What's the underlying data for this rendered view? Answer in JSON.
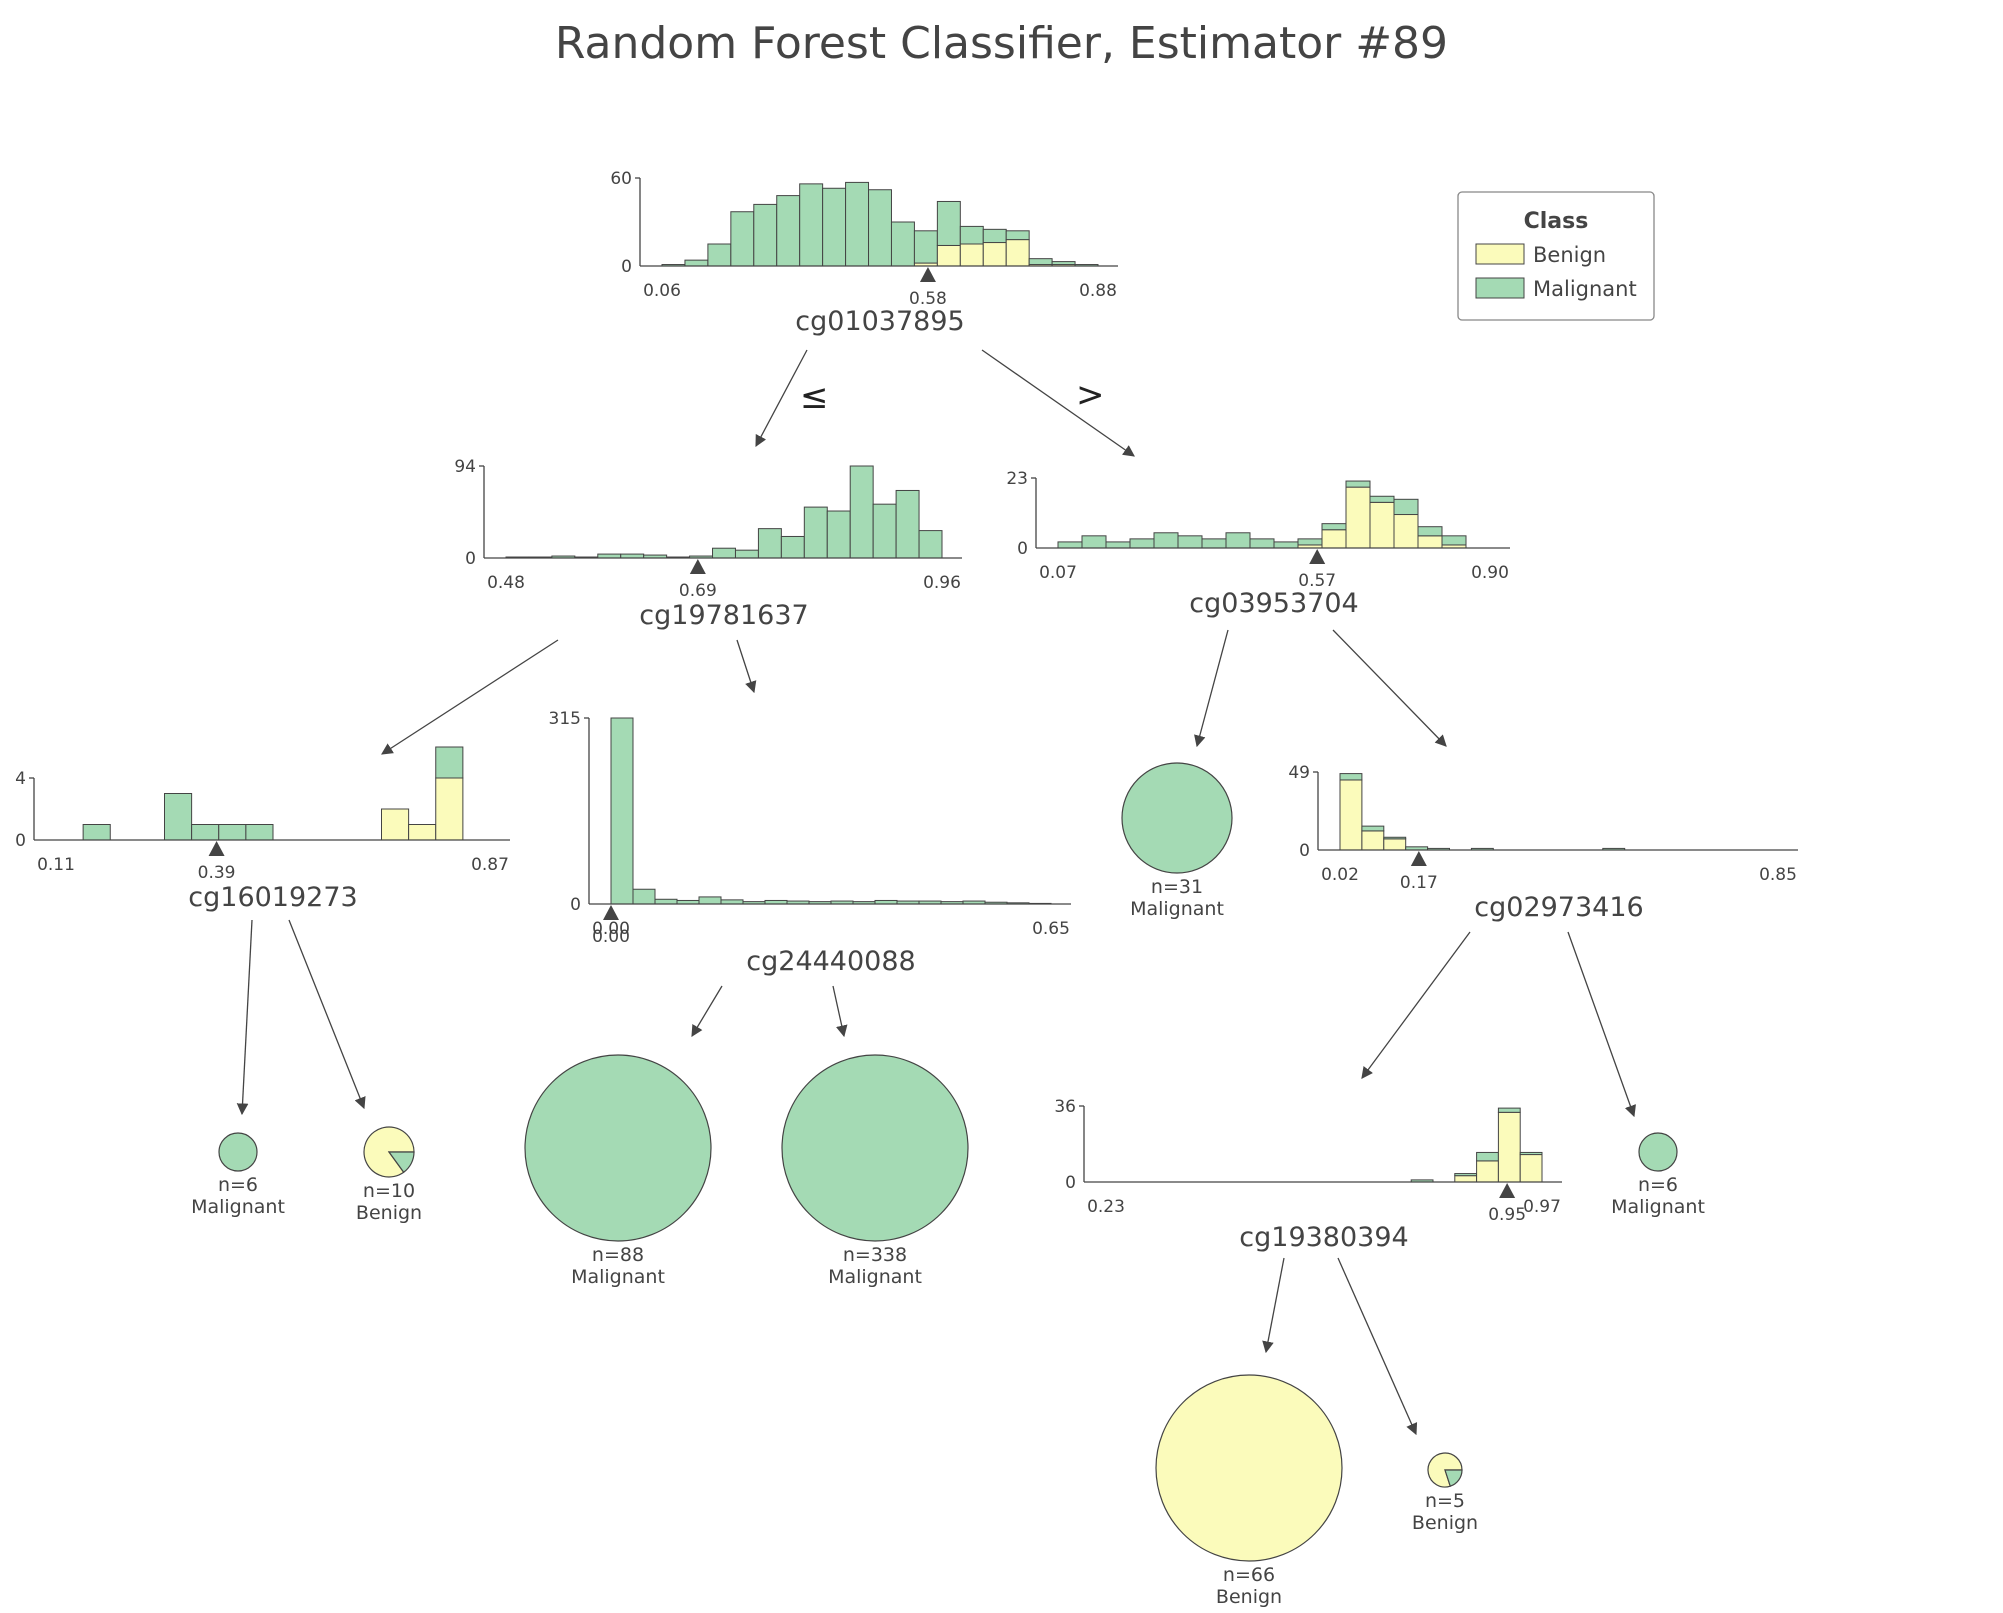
{
  "title": "Random Forest Classifier, Estimator #89",
  "colors": {
    "benign": "#fbfbbb",
    "malignant": "#a4dab4",
    "edge": "#444444",
    "axis": "#444444"
  },
  "legend": {
    "title": "Class",
    "items": [
      {
        "label": "Benign",
        "color": "#fbfbbb"
      },
      {
        "label": "Malignant",
        "color": "#a4dab4"
      }
    ]
  },
  "edge_labels": {
    "left": "≤",
    "right": ">"
  },
  "nodes": [
    {
      "id": "n0",
      "feature": "cg01037895",
      "xmin": "0.06",
      "xmax": "0.88",
      "split": "0.58",
      "ymax": "60",
      "ymin": "0",
      "hist": {
        "max": 60,
        "split_frac": 0.61,
        "malignant": [
          1,
          4,
          15,
          37,
          42,
          48,
          56,
          53,
          57,
          52,
          30,
          22,
          30,
          12,
          9,
          6,
          4,
          2,
          1
        ],
        "benign": [
          0,
          0,
          0,
          0,
          0,
          0,
          0,
          0,
          0,
          0,
          0,
          2,
          14,
          15,
          16,
          18,
          1,
          1,
          0
        ]
      }
    },
    {
      "id": "n1",
      "feature": "cg19781637",
      "xmin": "0.48",
      "xmax": "0.96",
      "split": "0.69",
      "ymax": "94",
      "ymin": "0",
      "hist": {
        "max": 94,
        "split_frac": 0.44,
        "malignant": [
          1,
          1,
          2,
          1,
          4,
          4,
          3,
          1,
          2,
          10,
          8,
          30,
          22,
          52,
          48,
          94,
          55,
          69,
          28
        ],
        "benign": [
          0,
          0,
          0,
          0,
          0,
          0,
          0,
          0,
          0,
          0,
          0,
          0,
          0,
          0,
          0,
          0,
          0,
          0,
          0
        ]
      }
    },
    {
      "id": "n2",
      "feature": "cg03953704",
      "xmin": "0.07",
      "xmax": "0.90",
      "split": "0.57",
      "ymax": "23",
      "ymin": "0",
      "hist": {
        "max": 23,
        "split_frac": 0.6,
        "malignant": [
          2,
          4,
          2,
          3,
          5,
          4,
          3,
          5,
          3,
          2,
          2,
          2,
          2,
          2,
          5,
          3,
          3,
          0
        ],
        "benign": [
          0,
          0,
          0,
          0,
          0,
          0,
          0,
          0,
          0,
          0,
          1,
          6,
          20,
          15,
          11,
          4,
          1,
          0
        ]
      }
    },
    {
      "id": "n3",
      "feature": "cg16019273",
      "xmin": "0.11",
      "xmax": "0.87",
      "split": "0.39",
      "ymax": "4",
      "ymin": "0",
      "hist": {
        "max": 4,
        "split_frac": 0.37,
        "malignant": [
          0,
          1,
          0,
          0,
          3,
          1,
          1,
          1,
          0,
          0,
          0,
          0,
          0,
          0,
          2,
          0
        ],
        "benign": [
          0,
          0,
          0,
          0,
          0,
          0,
          0,
          0,
          0,
          0,
          0,
          0,
          2,
          1,
          4,
          0
        ]
      }
    },
    {
      "id": "n4",
      "feature": "cg24440088",
      "xmin": "0.00",
      "xmax": "0.65",
      "split": "0.00",
      "ymax": "315",
      "ymin": "0",
      "hist": {
        "max": 315,
        "split_frac": 0.0,
        "malignant": [
          315,
          25,
          8,
          6,
          12,
          7,
          4,
          6,
          5,
          4,
          5,
          4,
          6,
          5,
          5,
          4,
          5,
          3,
          2,
          1
        ],
        "benign": [
          0,
          0,
          0,
          0,
          0,
          0,
          0,
          0,
          0,
          0,
          0,
          0,
          0,
          0,
          0,
          0,
          0,
          0,
          0,
          0
        ]
      }
    },
    {
      "id": "n5",
      "feature": "cg02973416",
      "xmin": "0.02",
      "xmax": "0.85",
      "split": "0.17",
      "ymax": "49",
      "ymin": "0",
      "hist": {
        "max": 49,
        "split_frac": 0.18,
        "malignant": [
          4,
          3,
          1,
          2,
          1,
          0,
          1,
          0,
          0,
          0,
          0,
          0,
          1,
          0,
          0,
          0,
          0,
          0,
          0,
          0
        ],
        "benign": [
          44,
          12,
          7,
          0,
          0,
          0,
          0,
          0,
          0,
          0,
          0,
          0,
          0,
          0,
          0,
          0,
          0,
          0,
          0,
          0
        ]
      }
    },
    {
      "id": "n6",
      "feature": "cg19380394",
      "xmin": "0.23",
      "xmax": "0.97",
      "split": "0.95",
      "ymax": "36",
      "ymin": "0",
      "hist": {
        "max": 36,
        "split_frac": 0.92,
        "malignant": [
          0,
          0,
          0,
          0,
          0,
          0,
          0,
          0,
          0,
          0,
          0,
          0,
          0,
          0,
          1,
          0,
          1,
          4,
          2,
          1
        ],
        "benign": [
          0,
          0,
          0,
          0,
          0,
          0,
          0,
          0,
          0,
          0,
          0,
          0,
          0,
          0,
          0,
          0,
          3,
          10,
          33,
          13
        ]
      }
    }
  ],
  "leaves": [
    {
      "id": "l0",
      "n": "n=31",
      "label": "Malignant",
      "count": 31,
      "benign_frac": 0.0
    },
    {
      "id": "l1",
      "n": "n=6",
      "label": "Malignant",
      "count": 6,
      "benign_frac": 0.0
    },
    {
      "id": "l2",
      "n": "n=10",
      "label": "Benign",
      "count": 10,
      "benign_frac": 0.85
    },
    {
      "id": "l3",
      "n": "n=88",
      "label": "Malignant",
      "count": 88,
      "benign_frac": 0.0
    },
    {
      "id": "l4",
      "n": "n=338",
      "label": "Malignant",
      "count": 338,
      "benign_frac": 0.0
    },
    {
      "id": "l5",
      "n": "n=6",
      "label": "Malignant",
      "count": 6,
      "benign_frac": 0.0
    },
    {
      "id": "l6",
      "n": "n=66",
      "label": "Benign",
      "count": 66,
      "benign_frac": 1.0
    },
    {
      "id": "l7",
      "n": "n=5",
      "label": "Benign",
      "count": 5,
      "benign_frac": 0.8
    }
  ]
}
